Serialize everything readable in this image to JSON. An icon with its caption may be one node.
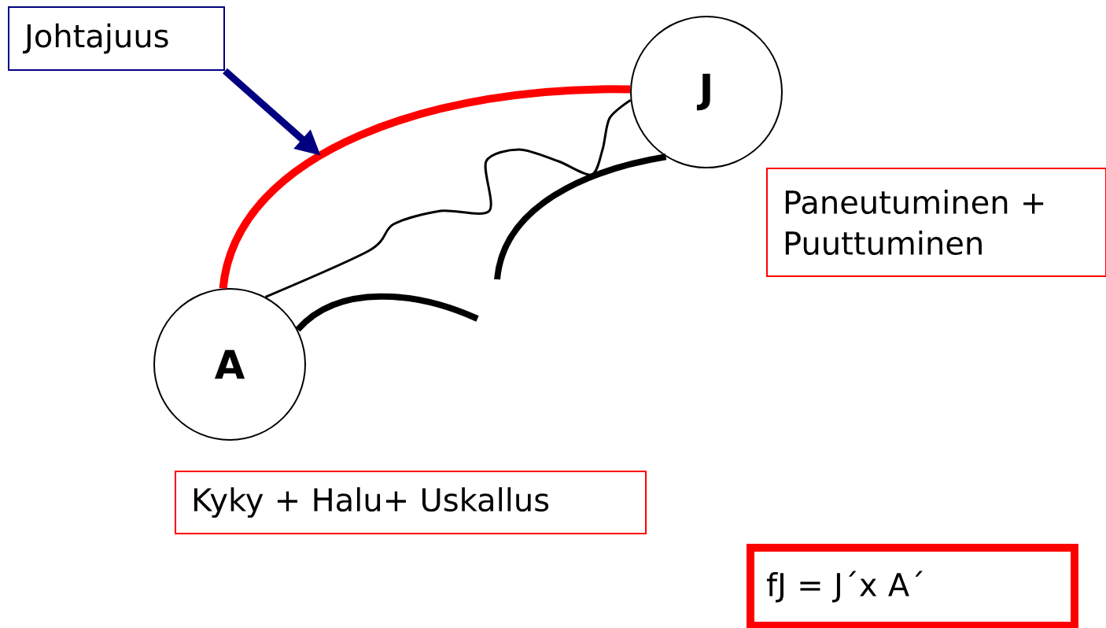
{
  "diagram": {
    "nodes": [
      {
        "text": [
          "Johtajuus"
        ]
      },
      {
        "text": [
          "J"
        ]
      },
      {
        "text": [
          "A"
        ]
      },
      {
        "text": [
          "Paneutuminen + Puuttuminen"
        ]
      },
      {
        "text": [
          "Kyky + Halu+ Uskallus"
        ]
      },
      {
        "text": [
          "fJ = J´x A´"
        ]
      }
    ],
    "edges": [
      {
        "from": 2,
        "to": 1,
        "arrow": "none",
        "color": "#ff0000"
      },
      {
        "from": 2,
        "to": 1,
        "arrow": "none"
      },
      {
        "from": 2,
        "to": null,
        "arrow": "none"
      },
      {
        "from": null,
        "to": 1,
        "arrow": "none"
      },
      {
        "from": 0,
        "to": null,
        "arrow": "to",
        "color": "#000080"
      }
    ]
  }
}
